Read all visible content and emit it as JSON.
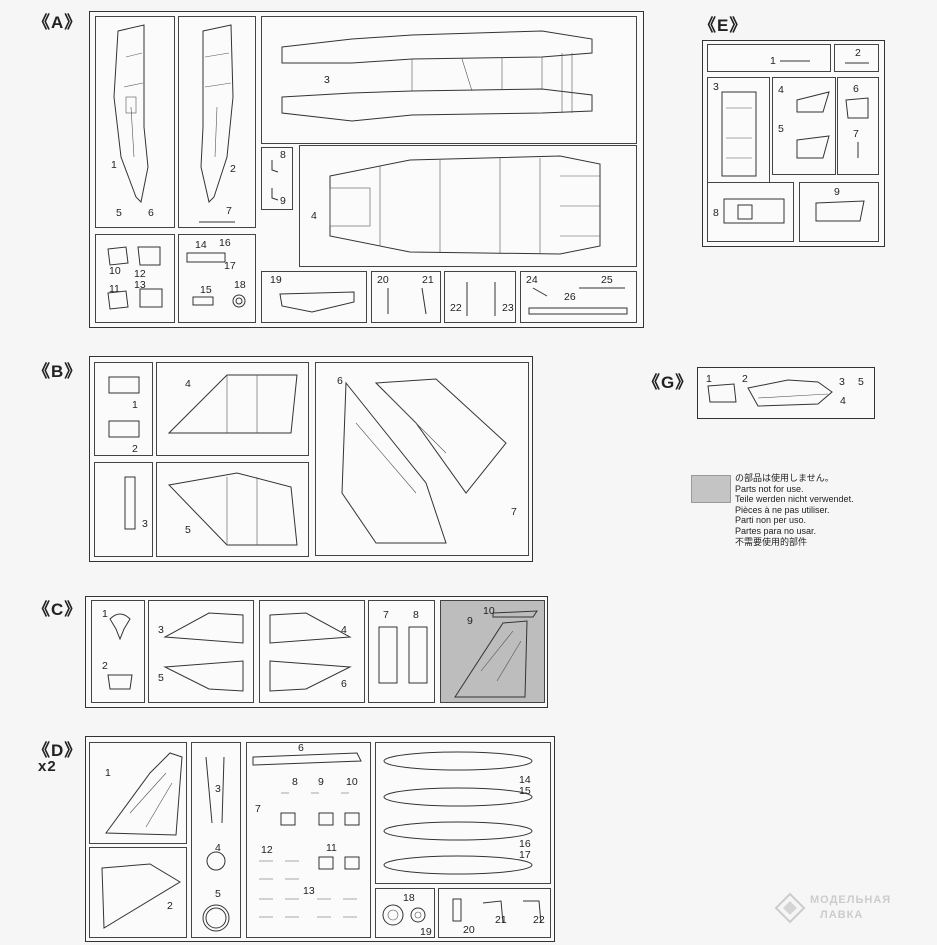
{
  "sprues": {
    "A": {
      "label": "《A》",
      "nums": {
        "n1": "1",
        "n2": "2",
        "n3": "3",
        "n4": "4",
        "n5": "5",
        "n6": "6",
        "n7": "7",
        "n8": "8",
        "n9": "9",
        "n10": "10",
        "n11": "11",
        "n12": "12",
        "n13": "13",
        "n14": "14",
        "n15": "15",
        "n16": "16",
        "n17": "17",
        "n18": "18",
        "n19": "19",
        "n20": "20",
        "n21": "21",
        "n22": "22",
        "n23": "23",
        "n24": "24",
        "n25": "25",
        "n26": "26"
      }
    },
    "B": {
      "label": "《B》",
      "nums": {
        "n1": "1",
        "n2": "2",
        "n3": "3",
        "n4": "4",
        "n5": "5",
        "n6": "6",
        "n7": "7"
      }
    },
    "C": {
      "label": "《C》",
      "nums": {
        "n1": "1",
        "n2": "2",
        "n3": "3",
        "n4": "4",
        "n5": "5",
        "n6": "6",
        "n7": "7",
        "n8": "8",
        "n9": "9",
        "n10": "10"
      }
    },
    "D": {
      "label": "《D》",
      "count": "x2",
      "nums": {
        "n1": "1",
        "n2": "2",
        "n3": "3",
        "n4": "4",
        "n5": "5",
        "n6": "6",
        "n7": "7",
        "n8": "8",
        "n9": "9",
        "n10": "10",
        "n11": "11",
        "n12": "12",
        "n13": "13",
        "n14": "14",
        "n15": "15",
        "n16": "16",
        "n17": "17",
        "n18": "18",
        "n19": "19",
        "n20": "20",
        "n21": "21",
        "n22": "22"
      }
    },
    "E": {
      "label": "《E》",
      "nums": {
        "n1": "1",
        "n2": "2",
        "n3": "3",
        "n4": "4",
        "n5": "5",
        "n6": "6",
        "n7": "7",
        "n8": "8",
        "n9": "9"
      }
    },
    "G": {
      "label": "《G》",
      "nums": {
        "n1": "1",
        "n2": "2",
        "n3": "3",
        "n4": "4",
        "n5": "5"
      }
    }
  },
  "legend": {
    "swatch_color": "#c4c4c4",
    "lines": [
      "の部品は使用しません。",
      "Parts not for use.",
      "Teile werden nicht verwendet.",
      "Pièces à ne pas utiliser.",
      "Parti non per uso.",
      "Partes para no usar.",
      "不需要使用的部件"
    ]
  },
  "watermark": {
    "line1": "МОДЕЛЬНАЯ",
    "line2": "ЛАВКА"
  }
}
